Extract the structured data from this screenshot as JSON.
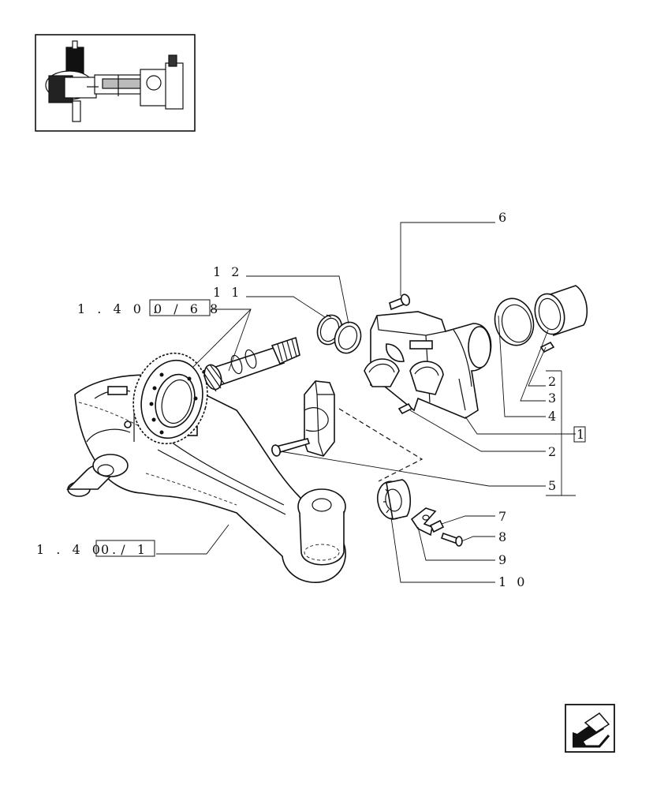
{
  "callouts": {
    "c1": "1",
    "c2a": "2",
    "c2b": "2",
    "c3": "3",
    "c4": "4",
    "c5": "5",
    "c6": "6",
    "c7": "7",
    "c8": "8",
    "c9": "9",
    "c10": "1 0",
    "c11": "1 1",
    "c12": "1 2"
  },
  "references": {
    "ref_upper_prefix": "1 . 4 0 .",
    "ref_upper_box": "0 / 6 8",
    "ref_lower_prefix": "1 . 4 0 .",
    "ref_lower_box": "0 / 1"
  },
  "icons": {
    "thumbnail": "axle-thumbnail-icon",
    "nav": "previous-page-arrow-icon"
  }
}
